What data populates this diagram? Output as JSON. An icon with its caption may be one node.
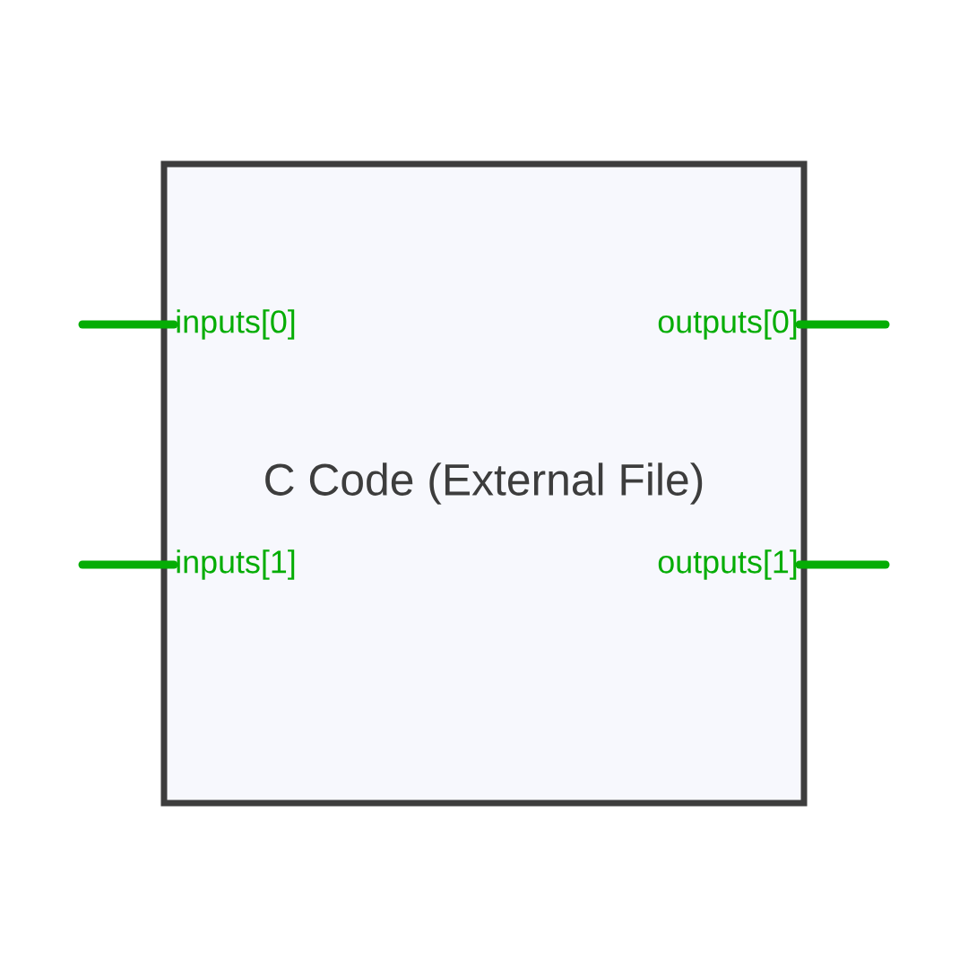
{
  "diagram": {
    "nodes": [
      {
        "text": [
          "C Code (External File)"
        ]
      },
      {
        "text": [
          "inputs[0]"
        ],
        "in": 0
      },
      {
        "text": [
          "inputs[1]"
        ],
        "in": 0
      },
      {
        "text": [
          "outputs[0]"
        ],
        "in": 0
      },
      {
        "text": [
          "outputs[1]"
        ],
        "in": 0
      }
    ],
    "edges": [
      {
        "from": null,
        "to": 1,
        "arrow": "none"
      },
      {
        "from": null,
        "to": 2,
        "arrow": "none"
      },
      {
        "from": 3,
        "to": null,
        "arrow": "none"
      },
      {
        "from": 4,
        "to": null,
        "arrow": "none"
      }
    ]
  }
}
